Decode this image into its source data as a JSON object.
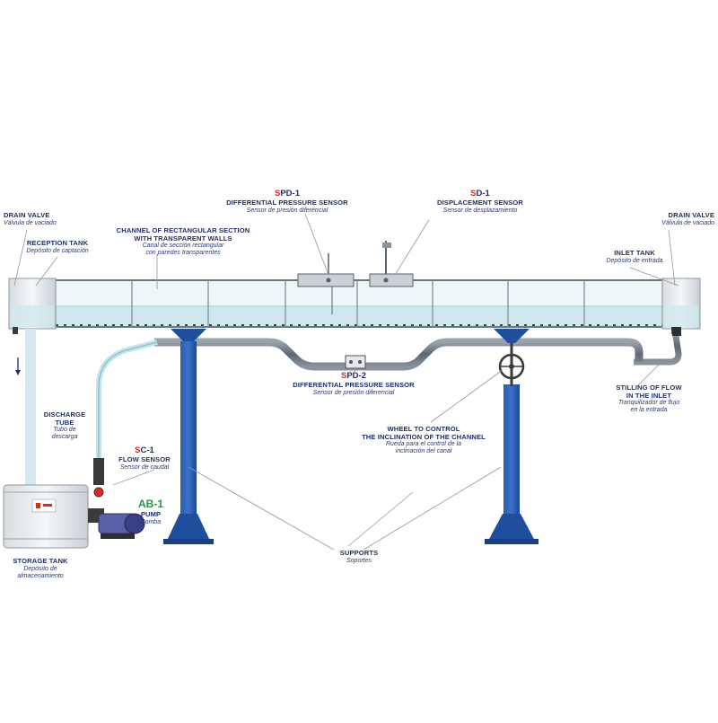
{
  "labels": {
    "drain_valve_left": {
      "title": "DRAIN VALVE",
      "sub": "Válvula de vaciado"
    },
    "reception_tank": {
      "title": "RECEPTION TANK",
      "sub": "Depósito de captación"
    },
    "channel": {
      "title": "CHANNEL OF RECTANGULAR SECTION",
      "title2": "WITH TRANSPARENT WALLS",
      "sub": "Canal de sección rectangular",
      "sub2": "con paredes transparentes"
    },
    "spd1": {
      "code_letter": "S",
      "code_rest": "PD-1",
      "title": "DIFFERENTIAL PRESSURE SENSOR",
      "sub": "Sensor de presión diferencial"
    },
    "sd1": {
      "code_letter": "S",
      "code_rest": "D-1",
      "title": "DISPLACEMENT SENSOR",
      "sub": "Sensor de desplazamiento"
    },
    "drain_valve_right": {
      "title": "DRAIN VALVE",
      "sub": "Válvula de vaciado"
    },
    "inlet_tank": {
      "title": "INLET TANK",
      "sub": "Depósito de entrada"
    },
    "spd2": {
      "code_letter": "S",
      "code_rest": "PD-2",
      "title": "DIFFERENTIAL PRESSURE SENSOR",
      "sub": "Sensor de presión diferencial"
    },
    "stilling": {
      "title": "STILLING OF FLOW",
      "title2": "IN THE INLET",
      "sub": "Tranquilizador de flujo",
      "sub2": "en la entrada"
    },
    "discharge_tube": {
      "title": "DISCHARGE",
      "title2": "TUBE",
      "sub": "Tubo de",
      "sub2": "descarga"
    },
    "wheel": {
      "title": "WHEEL TO CONTROL",
      "title2": "THE INCLINATION OF THE CHANNEL",
      "sub": "Rueda para el control de la",
      "sub2": "inclinación del canal"
    },
    "sc1": {
      "code_letter": "S",
      "code_rest": "C-1",
      "title": "FLOW SENSOR",
      "sub": "Sensor de caudal"
    },
    "ab1": {
      "code_letter": "AB",
      "code_rest": "-1",
      "title": "PUMP",
      "sub": "Bomba"
    },
    "storage_tank": {
      "title": "STORAGE TANK",
      "sub": "Depósito de",
      "sub2": "almacenamiento"
    },
    "supports": {
      "title": "SUPPORTS",
      "sub": "Soportes"
    }
  },
  "colors": {
    "navy": "#1f2f6b",
    "support_blue": "#1f4e9e",
    "water": "#cfe8ee",
    "pipe": "#6f7a86",
    "sensor_red": "#e0281e",
    "pump_green": "#1d9a3a"
  }
}
